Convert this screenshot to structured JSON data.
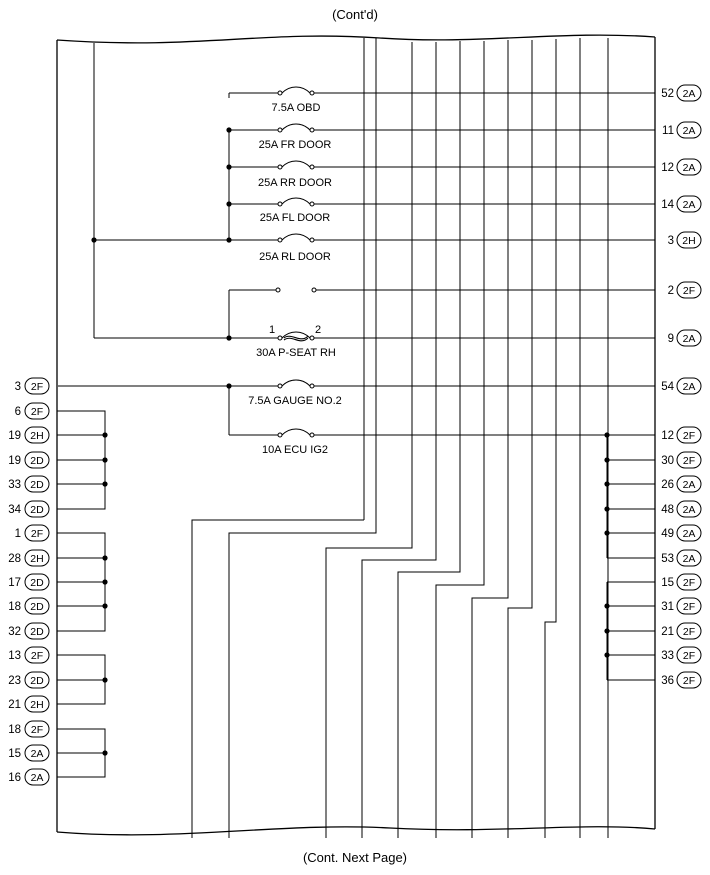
{
  "header": {
    "top_caption": "(Cont'd)",
    "bottom_caption": "(Cont. Next Page)"
  },
  "fuses": [
    {
      "label": "7.5A OBD"
    },
    {
      "label": "25A FR DOOR"
    },
    {
      "label": "25A RR DOOR"
    },
    {
      "label": "25A FL DOOR"
    },
    {
      "label": "25A RL DOOR"
    },
    {
      "label": ""
    },
    {
      "label": "30A P-SEAT RH",
      "pin_left": "1",
      "pin_right": "2"
    },
    {
      "label": "7.5A GAUGE NO.2"
    },
    {
      "label": "10A ECU IG2"
    }
  ],
  "right_terminals": [
    {
      "pin": "52",
      "connector": "2A"
    },
    {
      "pin": "11",
      "connector": "2A"
    },
    {
      "pin": "12",
      "connector": "2A"
    },
    {
      "pin": "14",
      "connector": "2A"
    },
    {
      "pin": "3",
      "connector": "2H"
    },
    {
      "pin": "2",
      "connector": "2F"
    },
    {
      "pin": "9",
      "connector": "2A"
    },
    {
      "pin": "54",
      "connector": "2A"
    },
    {
      "pin": "12",
      "connector": "2F"
    },
    {
      "pin": "30",
      "connector": "2F"
    },
    {
      "pin": "26",
      "connector": "2A"
    },
    {
      "pin": "48",
      "connector": "2A"
    },
    {
      "pin": "49",
      "connector": "2A"
    },
    {
      "pin": "53",
      "connector": "2A"
    },
    {
      "pin": "15",
      "connector": "2F"
    },
    {
      "pin": "31",
      "connector": "2F"
    },
    {
      "pin": "21",
      "connector": "2F"
    },
    {
      "pin": "33",
      "connector": "2F"
    },
    {
      "pin": "36",
      "connector": "2F"
    }
  ],
  "left_terminals": [
    {
      "pin": "3",
      "connector": "2F"
    },
    {
      "pin": "6",
      "connector": "2F"
    },
    {
      "pin": "19",
      "connector": "2H"
    },
    {
      "pin": "19",
      "connector": "2D"
    },
    {
      "pin": "33",
      "connector": "2D"
    },
    {
      "pin": "34",
      "connector": "2D"
    },
    {
      "pin": "1",
      "connector": "2F"
    },
    {
      "pin": "28",
      "connector": "2H"
    },
    {
      "pin": "17",
      "connector": "2D"
    },
    {
      "pin": "18",
      "connector": "2D"
    },
    {
      "pin": "32",
      "connector": "2D"
    },
    {
      "pin": "13",
      "connector": "2F"
    },
    {
      "pin": "23",
      "connector": "2D"
    },
    {
      "pin": "21",
      "connector": "2H"
    },
    {
      "pin": "18",
      "connector": "2F"
    },
    {
      "pin": "15",
      "connector": "2A"
    },
    {
      "pin": "16",
      "connector": "2A"
    }
  ]
}
